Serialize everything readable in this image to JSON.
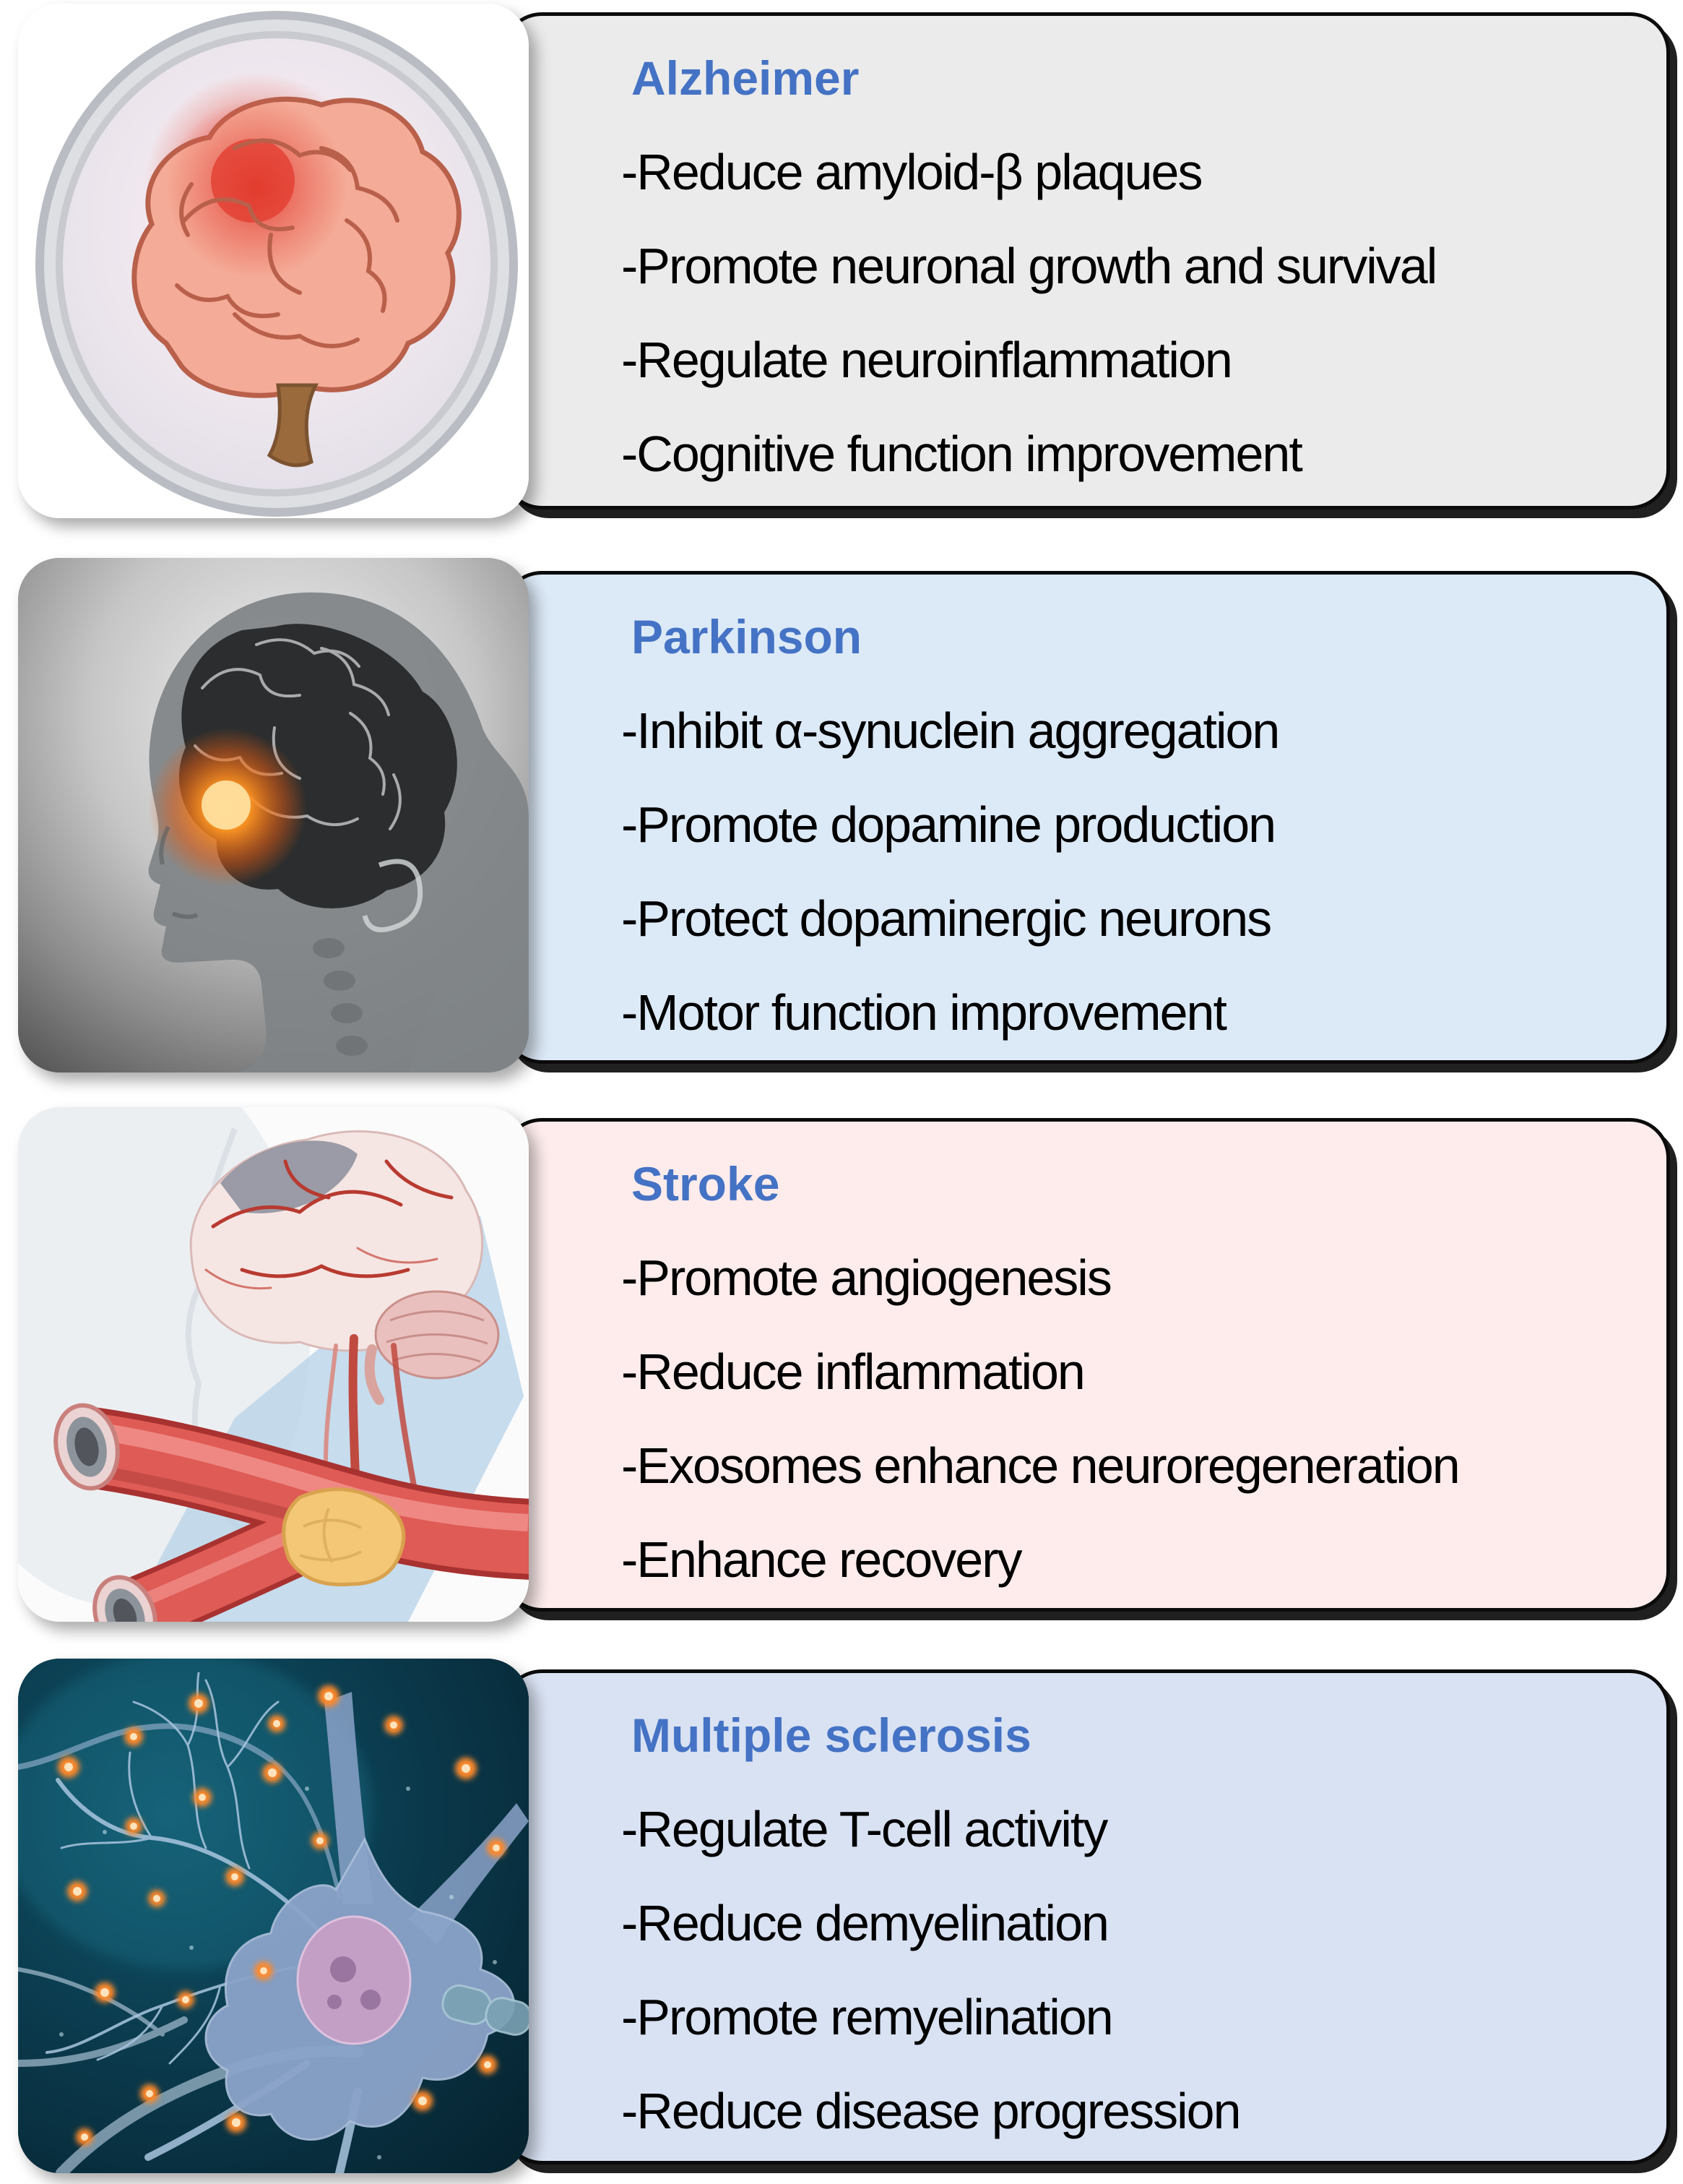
{
  "page": {
    "background": "#ffffff",
    "border_color": "#0b0b0b"
  },
  "accent": {
    "title_color": "#4472c4",
    "text_color": "#000000"
  },
  "panels": [
    {
      "id": "alzheimer",
      "title": "Alzheimer",
      "bg_color": "#ebebeb",
      "image": "brain-top-view-with-red-inflammation-spot",
      "items": [
        "-Reduce amyloid-β plaques",
        "-Promote neuronal growth and survival",
        "-Regulate neuroinflammation",
        "-Cognitive function improvement"
      ]
    },
    {
      "id": "parkinson",
      "title": "Parkinson",
      "bg_color": "#dce9f7",
      "image": "xray-head-profile-with-glowing-brain-region",
      "items": [
        "-Inhibit α-synuclein aggregation",
        "-Promote dopamine production",
        "-Protect dopaminergic neurons",
        "-Motor function improvement"
      ]
    },
    {
      "id": "stroke",
      "title": "Stroke",
      "bg_color": "#fdeceb",
      "image": "brain-with-carotid-artery-and-clot-illustration",
      "items": [
        "-Promote angiogenesis",
        "-Reduce inflammation",
        "-Exosomes enhance neuroregeneration",
        "-Enhance recovery"
      ]
    },
    {
      "id": "multiple-sclerosis",
      "title": "Multiple sclerosis",
      "bg_color": "#d9e2f3",
      "image": "neuron-with-glowing-demyelination-spots",
      "items": [
        "-Regulate T-cell activity",
        "-Reduce demyelination",
        "-Promote remyelination",
        "-Reduce disease progression"
      ]
    }
  ]
}
